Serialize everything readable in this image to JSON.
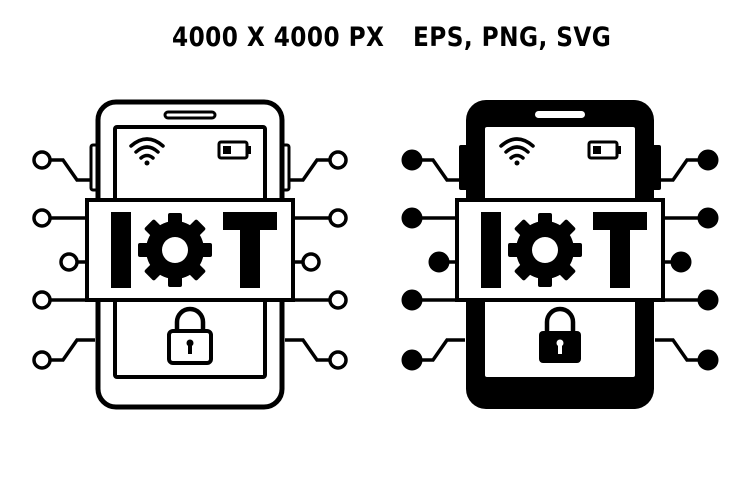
{
  "header": {
    "size_label": "4000 X 4000 PX",
    "format_label": "EPS, PNG, SVG"
  },
  "icons": {
    "outline": {
      "banner_text": "IOT",
      "style": "outline",
      "stroke_color": "#000000",
      "fill_color": "#ffffff"
    },
    "filled": {
      "banner_text": "IOT",
      "style": "filled",
      "stroke_color": "#000000",
      "fill_color": "#000000"
    }
  }
}
